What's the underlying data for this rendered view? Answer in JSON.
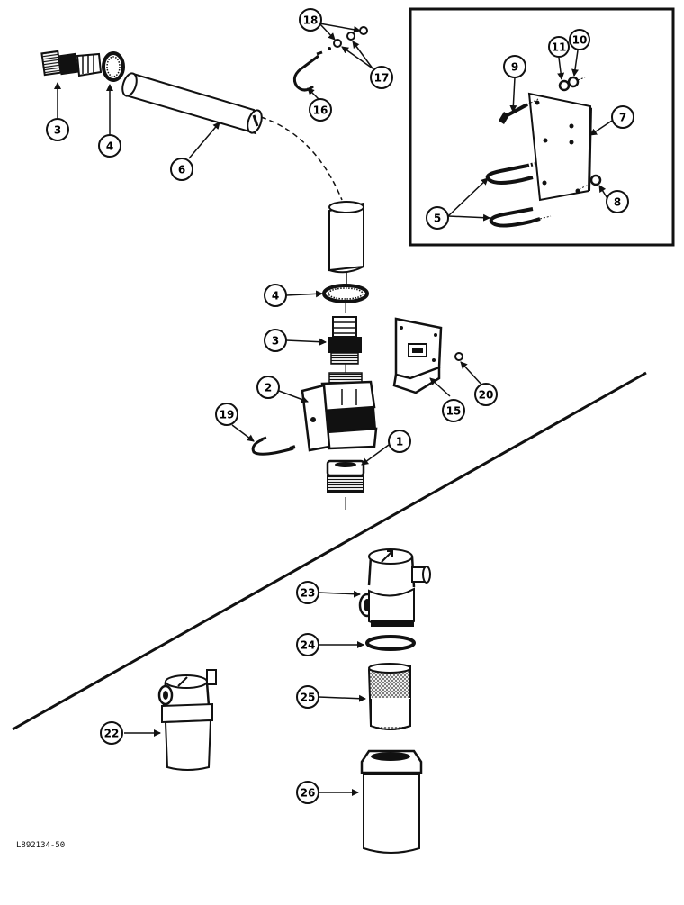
{
  "drawing_ref": "L892134-50",
  "callouts": [
    "3",
    "4",
    "6",
    "16",
    "18",
    "17",
    "11",
    "10",
    "9",
    "7",
    "5",
    "8",
    "4",
    "3",
    "2",
    "15",
    "20",
    "19",
    "1",
    "23",
    "24",
    "25",
    "22",
    "26"
  ],
  "colors": {
    "ink": "#111111",
    "paper": "#ffffff"
  }
}
